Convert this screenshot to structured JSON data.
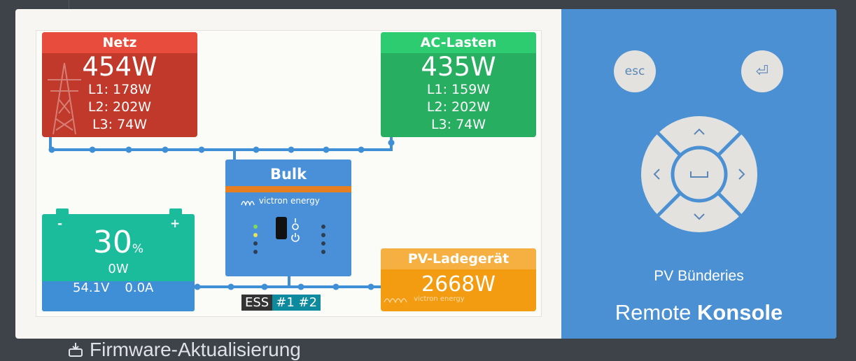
{
  "background": {
    "firmware_label": "Firmware-Aktualisierung"
  },
  "netz": {
    "title": "Netz",
    "total": "454W",
    "l1": "L1: 178W",
    "l2": "L2: 202W",
    "l3": "L3: 74W"
  },
  "ac_lasten": {
    "title": "AC-Lasten",
    "total": "435W",
    "l1": "L1: 159W",
    "l2": "L2: 202W",
    "l3": "L3: 74W"
  },
  "battery": {
    "soc": "30",
    "soc_unit": "%",
    "power": "0W",
    "voltage": "54.1V",
    "current": "0.0A",
    "minus": "-",
    "plus": "+",
    "soc_fraction": 0.3
  },
  "inverter": {
    "state": "Bulk",
    "brand": "victron energy"
  },
  "pv": {
    "title": "PV-Ladegerät",
    "total": "2668W",
    "brand": "victron energy"
  },
  "ess_tag": {
    "mode": "ESS",
    "ids": "#1 #2"
  },
  "remote": {
    "esc_label": "esc",
    "enter_symbol": "⏎",
    "device_name": "PV Bünderies",
    "title_regular": "Remote",
    "title_bold": "Konsole"
  },
  "colors": {
    "netz": "#c0392b",
    "ac": "#27ae60",
    "pv": "#f39c12",
    "battery": "#1abc9c",
    "inverter": "#4a90d9",
    "remote": "#4a90d2"
  }
}
